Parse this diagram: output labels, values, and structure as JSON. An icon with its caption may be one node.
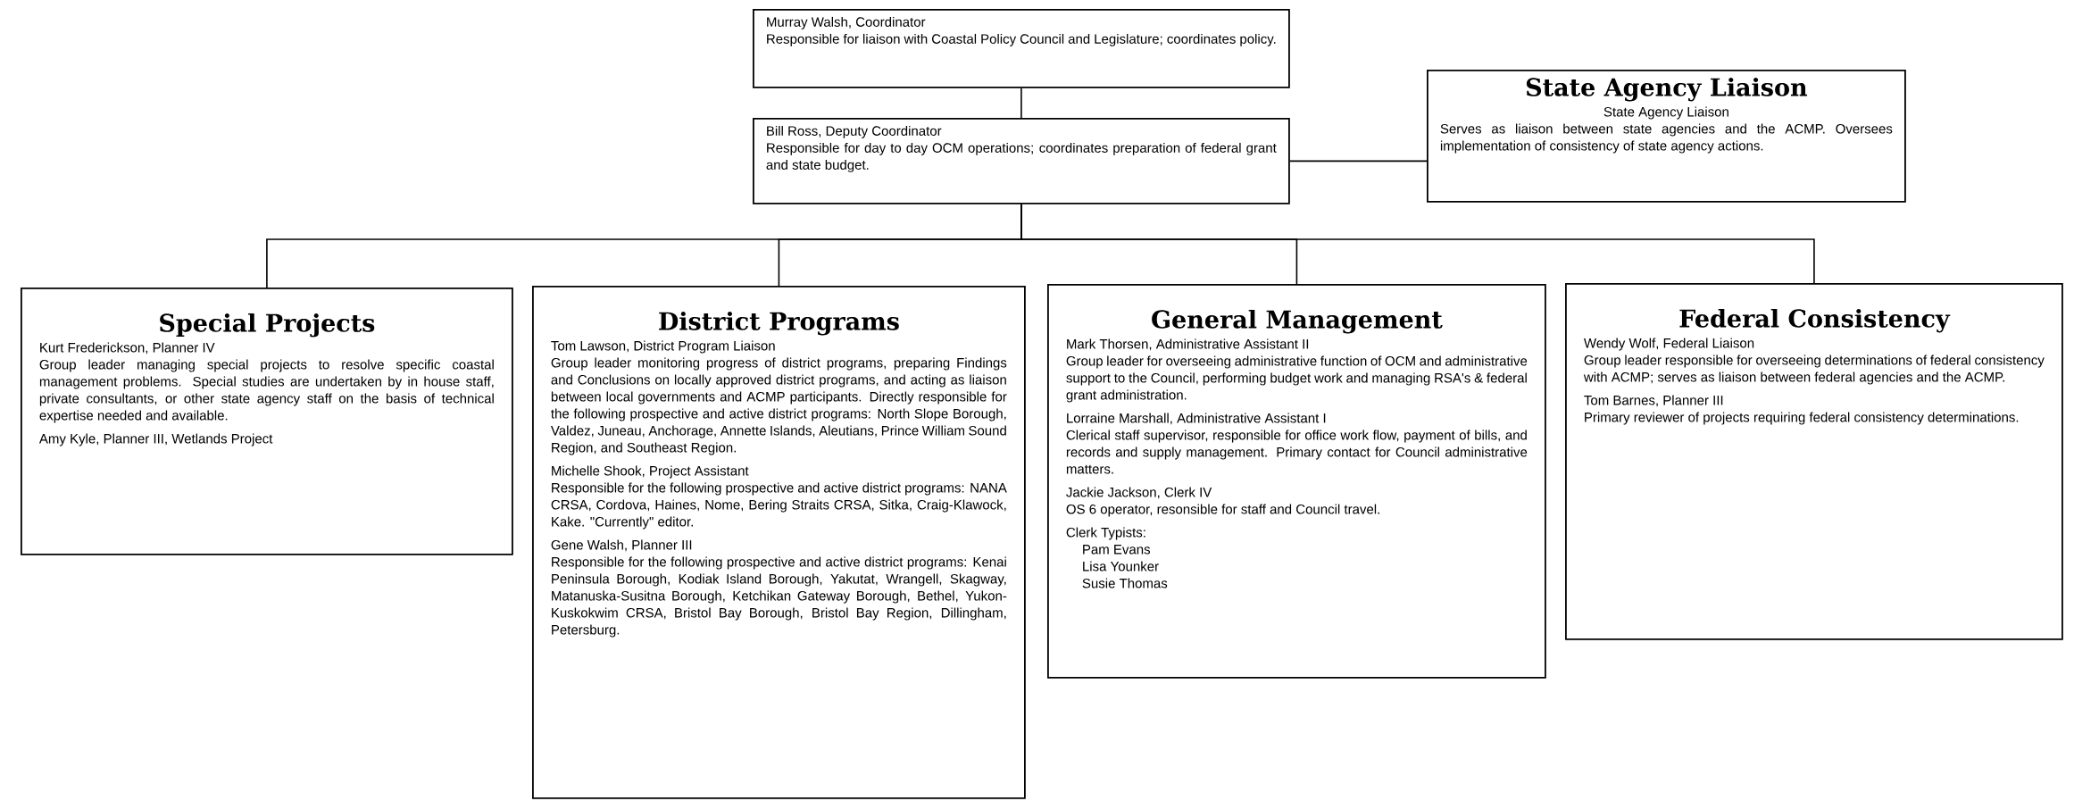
{
  "diagram": {
    "nodes": [
      {
        "text": [
          "Murray Walsh, Coordinator",
          "Responsible for liaison with Coastal Policy Council and Legislature; coordinates policy."
        ]
      },
      {
        "text": [
          "Bill Ross, Deputy Coordinator",
          "Responsible for day to day OCM operations; coordinates preparation of federal grant and state budget."
        ]
      },
      {
        "text": [
          "State Agency Liaison",
          "State Agency Liaison",
          "Serves as liaison between state agencies and the ACMP. Oversees implementation of consistency of state agency actions."
        ]
      },
      {
        "text": [
          "Special Projects",
          "Kurt Frederickson, Planner IV",
          "Group leader managing special projects to resolve specific coastal management problems. Special studies are undertaken by in house staff, private consultants, or other state agency staff on the basis of technical expertise needed and available.",
          "Amy Kyle, Planner III, Wetlands Project"
        ]
      },
      {
        "text": [
          "District Programs",
          "Tom Lawson, District Program Liaison",
          "Group leader monitoring progress of district programs, preparing Findings and Conclusions on locally approved district programs, and acting as liaison between local governments and ACMP participants. Directly responsible for the following prospective and active district programs: North Slope Borough, Valdez, Juneau, Anchorage, Annette Islands, Aleutians, Prince William Sound Region, and Southeast Region.",
          "Michelle Shook, Project Assistant",
          "Responsible for the following prospective and active district programs: NANA CRSA, Cordova, Haines, Nome, Bering Straits CRSA, Sitka, Craig-Klawock, Kake. \"Currently\" editor.",
          "Gene Walsh, Planner III",
          "Responsible for the following prospective and active district programs: Kenai Peninsula Borough, Kodiak Island Borough, Yakutat, Wrangell, Skagway, Matanuska-Susitna Borough, Ketchikan Gateway Borough, Bethel, Yukon-Kuskokwim CRSA, Bristol Bay Borough, Bristol Bay Region, Dillingham, Petersburg."
        ]
      },
      {
        "text": [
          "General Management",
          "Mark Thorsen, Administrative Assistant II",
          "Group leader for overseeing administrative function of OCM and administrative support to the Council, performing budget work and managing RSA's & federal grant administration.",
          "Lorraine Marshall, Administrative Assistant I",
          "Clerical staff supervisor, responsible for office work flow, payment of bills, and records and supply management. Primary contact for Council administrative matters.",
          "Jackie Jackson, Clerk IV",
          "OS 6 operator, resonsible for staff and Council travel.",
          "Clerk Typists:",
          "Pam Evans",
          "Lisa Younker",
          "Susie Thomas"
        ]
      },
      {
        "text": [
          "Federal Consistency",
          "Wendy Wolf, Federal Liaison",
          "Group leader responsible for overseeing determinations of federal consistency with ACMP; serves as liaison between federal agencies and the ACMP.",
          "Tom Barnes, Planner III",
          "Primary reviewer of projects requiring federal consistency determinations."
        ]
      }
    ],
    "edges": [
      {
        "from": 0,
        "to": 1,
        "arrow": "none"
      },
      {
        "from": 1,
        "to": 2,
        "arrow": "none"
      },
      {
        "from": 1,
        "to": 3,
        "arrow": "none"
      },
      {
        "from": 1,
        "to": 4,
        "arrow": "none"
      },
      {
        "from": 1,
        "to": 5,
        "arrow": "none"
      },
      {
        "from": 1,
        "to": 6,
        "arrow": "none"
      }
    ]
  }
}
